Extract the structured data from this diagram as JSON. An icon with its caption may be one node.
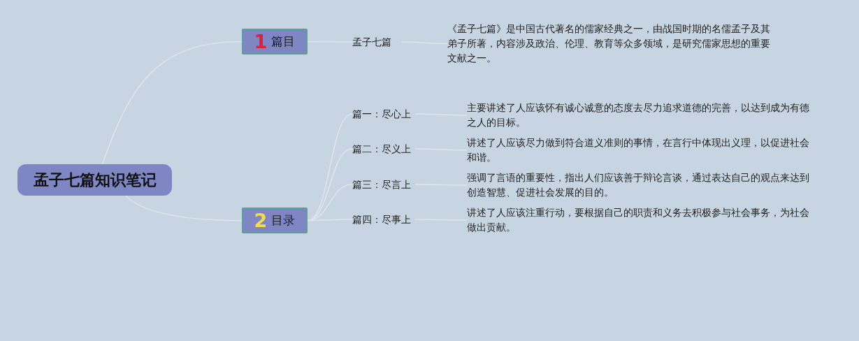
{
  "diagram": {
    "nodes": [
      {
        "text": [
          "孟子七篇知识笔记"
        ]
      },
      {
        "text": [
          "1",
          "篇目"
        ]
      },
      {
        "text": [
          "孟子七篇"
        ]
      },
      {
        "text": [
          "《孟子七篇》是中国古代著名的儒家经典之一，由战国时期的名儒孟子及其弟子所著，内容涉及政治、伦理、教育等众多领域，是研究儒家思想的重要文献之一。"
        ]
      },
      {
        "text": [
          "2",
          "目录"
        ]
      },
      {
        "text": [
          "篇一：尽心上"
        ]
      },
      {
        "text": [
          "篇二：尽义上"
        ]
      },
      {
        "text": [
          "篇三：尽言上"
        ]
      },
      {
        "text": [
          "篇四：尽事上"
        ]
      },
      {
        "text": [
          "主要讲述了人应该怀有诚心诚意的态度去尽力追求道德的完善，以达到成为有德之人的目标。"
        ]
      },
      {
        "text": [
          "讲述了人应该尽力做到符合道义准则的事情，在言行中体现出义理，以促进社会和谐。"
        ]
      },
      {
        "text": [
          "强调了言语的重要性，指出人们应该善于辩论言谈，通过表达自己的观点来达到创造智慧、促进社会发展的目的。"
        ]
      },
      {
        "text": [
          "讲述了人应该注重行动，要根据自己的职责和义务去积极参与社会事务，为社会做出贡献。"
        ]
      }
    ],
    "edges": [
      {
        "from": 0,
        "to": 1,
        "arrow": "none"
      },
      {
        "from": 0,
        "to": 4,
        "arrow": "none"
      },
      {
        "from": 1,
        "to": 2,
        "arrow": "none"
      },
      {
        "from": 2,
        "to": 3,
        "arrow": "none"
      },
      {
        "from": 4,
        "to": 5,
        "arrow": "none"
      },
      {
        "from": 4,
        "to": 6,
        "arrow": "none"
      },
      {
        "from": 4,
        "to": 7,
        "arrow": "none"
      },
      {
        "from": 4,
        "to": 8,
        "arrow": "none"
      },
      {
        "from": 5,
        "to": 9,
        "arrow": "none"
      },
      {
        "from": 6,
        "to": 10,
        "arrow": "none"
      },
      {
        "from": 7,
        "to": 11,
        "arrow": "none"
      },
      {
        "from": 8,
        "to": 12,
        "arrow": "none"
      }
    ]
  }
}
